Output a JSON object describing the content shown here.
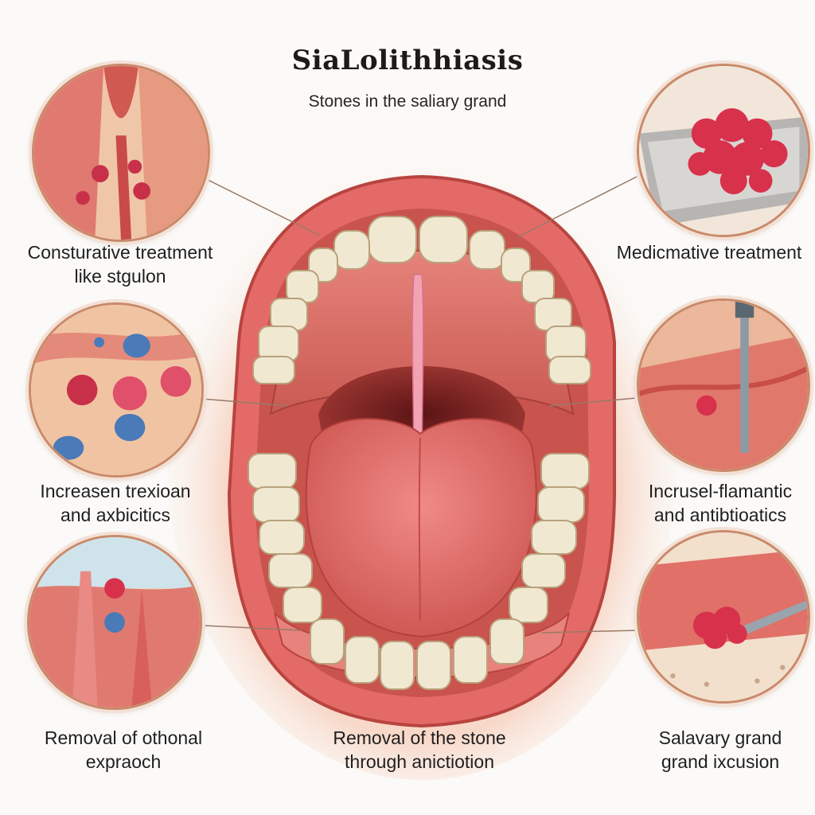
{
  "header": {
    "title": "SiaLolithhiasis",
    "subtitle": "Stones in the saliary grand"
  },
  "labels": {
    "top_left": [
      "Consturative treatment",
      "like stgulon"
    ],
    "top_right": [
      "Medicmative treatment"
    ],
    "mid_left": [
      "Increasen trexioan",
      "and axbicitics"
    ],
    "mid_right": [
      "Incrusel-flamantic",
      "and antibtioatics"
    ],
    "bottom_left": [
      "Removal of othonal",
      "expraoch"
    ],
    "bottom_center": [
      "Removal of the stone",
      "through anictiotion"
    ],
    "bottom_right": [
      "Salavary grand",
      "grand ixcusion"
    ]
  },
  "colors": {
    "flesh": "#e98a84",
    "flesh_dark": "#b8443f",
    "lip": "#e46a68",
    "tooth": "#f1e8d2",
    "stone": "#d8314c",
    "border": "#c98a6a"
  }
}
